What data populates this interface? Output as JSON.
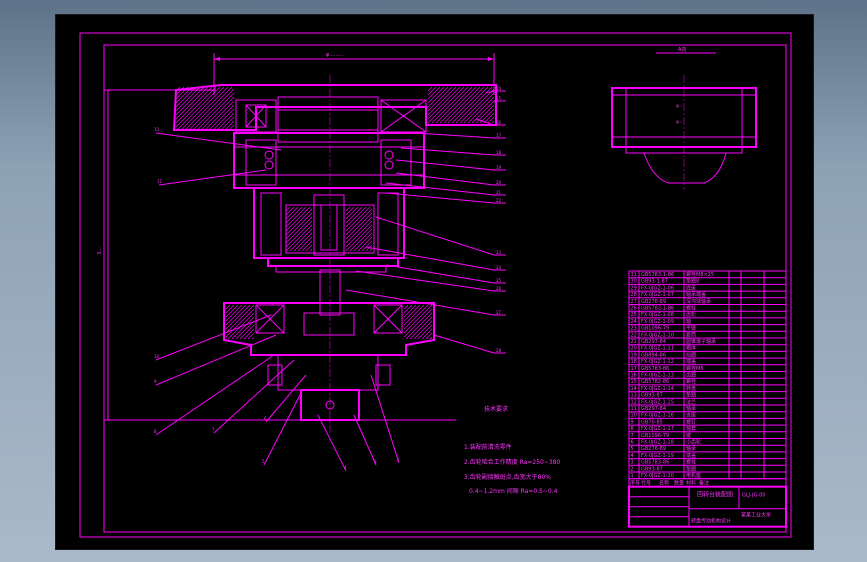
{
  "drawing": {
    "notes_title": "技术要求",
    "notes": [
      "1.装配前清洗零件",
      "2.齿轮啮合工作精度 Ra=250~380",
      "3.齿轮副接触斑点,齿宽大于80%",
      "0.4~1.2mm 间隙 Ra=0.5~0.4"
    ],
    "dimensions": {
      "top_width": "φ.........",
      "left_height": "3...",
      "detail_top": "A向",
      "detail_mid1": "φ...",
      "detail_mid2": "φ..."
    },
    "callouts_right": [
      "14",
      "15",
      "16",
      "17",
      "18",
      "19",
      "20",
      "21",
      "22",
      "23",
      "24",
      "25",
      "26",
      "27",
      "28"
    ],
    "callouts_left": [
      "13",
      "11",
      "10",
      "9",
      "8",
      "7",
      "6",
      "5",
      "4",
      "3",
      "2"
    ]
  },
  "title_block": {
    "rows": [
      [
        "31",
        "GB5783-1-86",
        "螺栓M8×25"
      ],
      [
        "30",
        "GB93-1-87",
        "垫圈8"
      ],
      [
        "29",
        "FX-0JGZ-1-06",
        "底座"
      ],
      [
        "28",
        "FX-0JGZ-1-07",
        "轴承端盖"
      ],
      [
        "27",
        "GB276-89",
        "深沟球轴承"
      ],
      [
        "26",
        "GB5782-1-86",
        "螺栓"
      ],
      [
        "25",
        "FX-0JGZ-1-08",
        "齿轮"
      ],
      [
        "24",
        "FX-0JGZ-1-09",
        "轴"
      ],
      [
        "23",
        "GB1096-79",
        "平键"
      ],
      [
        "22",
        "FX-0JGZ-1-10",
        "套筒"
      ],
      [
        "21",
        "GB297-84",
        "圆锥滚子轴承"
      ],
      [
        "20",
        "FX-0JGZ-1-11",
        "箱体"
      ],
      [
        "19",
        "GB894-86",
        "挡圈"
      ],
      [
        "18",
        "FX-0JGZ-1-12",
        "端盖"
      ],
      [
        "17",
        "GB5783-86",
        "螺栓M6"
      ],
      [
        "16",
        "FX-0JGZ-1-13",
        "齿圈"
      ],
      [
        "15",
        "GB5782-86",
        "螺栓"
      ],
      [
        "14",
        "FX-0JGZ-1-14",
        "转盘"
      ],
      [
        "13",
        "GB93-87",
        "垫圈"
      ],
      [
        "12",
        "FX-0JGZ-1-15",
        "法兰"
      ],
      [
        "11",
        "GB297-84",
        "轴承"
      ],
      [
        "10",
        "FX-0JGZ-1-16",
        "支座"
      ],
      [
        "9",
        "GB70-85",
        "螺钉"
      ],
      [
        "8",
        "FX-0JGZ-1-17",
        "轴套"
      ],
      [
        "7",
        "GB1096-79",
        "键"
      ],
      [
        "6",
        "FX-0JGZ-1-18",
        "小齿轮"
      ],
      [
        "5",
        "GB276-89",
        "轴承"
      ],
      [
        "4",
        "FX-0JGZ-1-19",
        "端盖"
      ],
      [
        "3",
        "GB5783-86",
        "螺栓"
      ],
      [
        "2",
        "GB93-87",
        "垫圈"
      ],
      [
        "1",
        "FX-0JGZ-1-20",
        "电机座"
      ]
    ],
    "header": [
      "序号",
      "代号",
      "名称",
      "数量",
      "材料",
      "备注"
    ],
    "assembly_name": "回转台装配图",
    "drawing_no": "GLJ-JG-00",
    "school": "某某工业大学",
    "design_title": "转盘传动机构设计"
  }
}
